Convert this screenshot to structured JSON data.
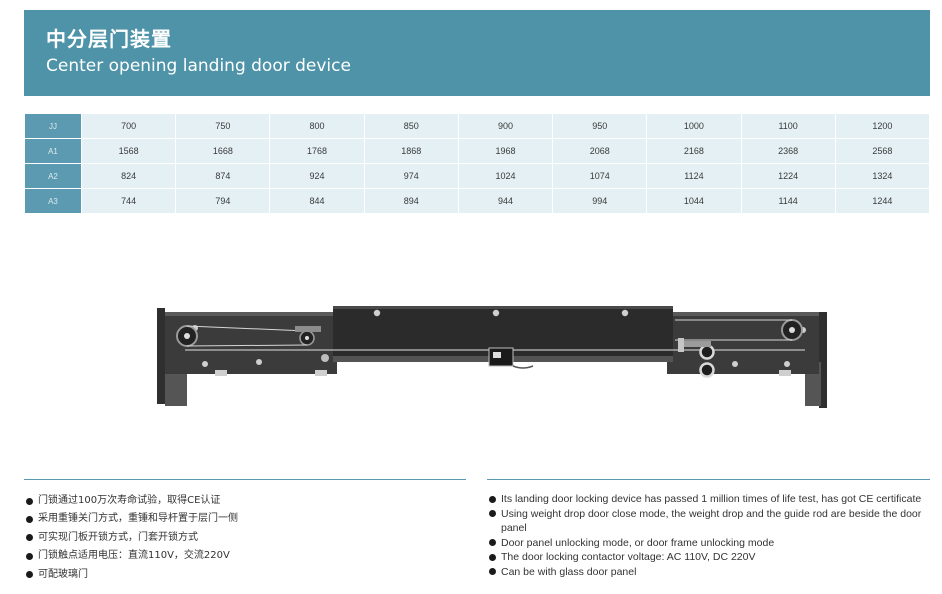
{
  "header": {
    "title_cn": "中分层门装置",
    "title_en": "Center opening landing door device"
  },
  "table": {
    "rows": [
      {
        "label": "JJ",
        "values": [
          "700",
          "750",
          "800",
          "850",
          "900",
          "950",
          "1000",
          "1100",
          "1200"
        ]
      },
      {
        "label": "A1",
        "values": [
          "1568",
          "1668",
          "1768",
          "1868",
          "1968",
          "2068",
          "2168",
          "2368",
          "2568"
        ]
      },
      {
        "label": "A2",
        "values": [
          "824",
          "874",
          "924",
          "974",
          "1024",
          "1074",
          "1124",
          "1224",
          "1324"
        ]
      },
      {
        "label": "A3",
        "values": [
          "744",
          "794",
          "844",
          "894",
          "944",
          "994",
          "1044",
          "1144",
          "1244"
        ]
      }
    ]
  },
  "features_cn": [
    "门锁通过100万次寿命试验，取得CE认证",
    "采用重锤关门方式，重锤和导杆置于层门一侧",
    "可实现门板开锁方式，门套开锁方式",
    "门锁触点适用电压：直流110V，交流220V",
    "可配玻璃门"
  ],
  "features_en": [
    "Its landing door locking device has passed 1 million times of life test, has got CE certificate",
    "Using weight drop door close mode, the weight drop and the guide rod are beside the door panel",
    "Door panel unlocking mode, or door frame unlocking mode",
    "The door locking contactor voltage: AC 110V, DC 220V",
    "Can be with glass door panel"
  ],
  "colors": {
    "banner": "#4e93a8",
    "table_header": "#5b9ab0",
    "table_cell": "#e4f0f4",
    "device": "#3a3a3a"
  }
}
